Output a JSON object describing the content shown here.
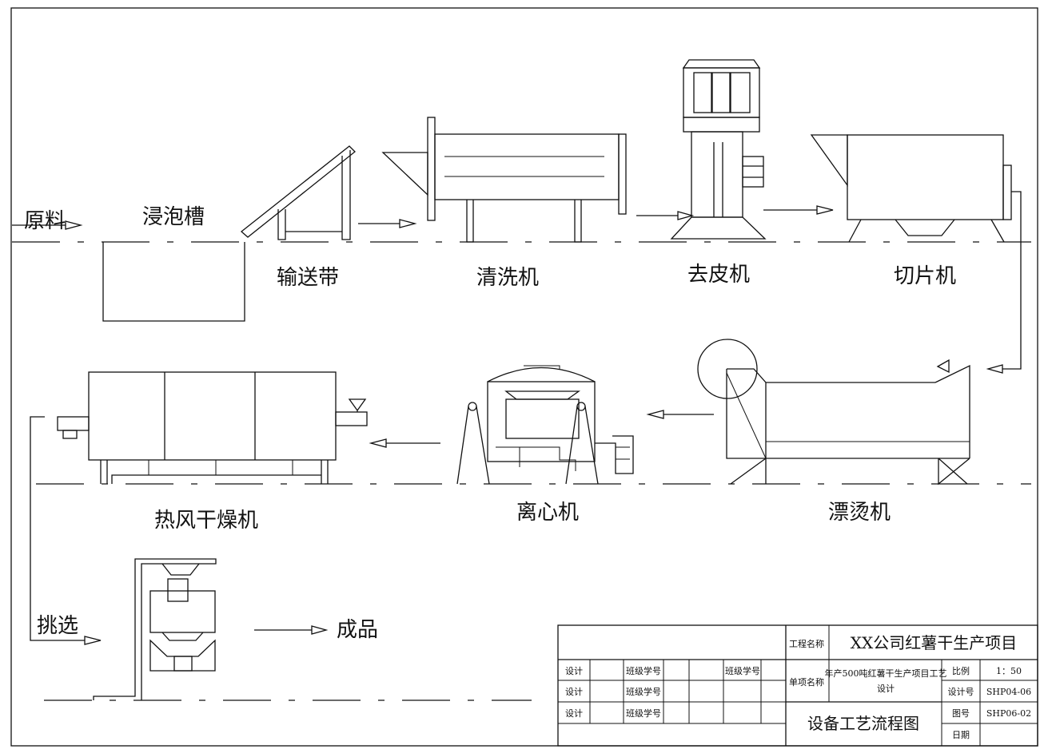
{
  "labels": {
    "raw_material": "原料",
    "soaking_tank": "浸泡槽",
    "conveyor": "输送带",
    "washer": "清洗机",
    "peeler": "去皮机",
    "slicer": "切片机",
    "blancher": "漂烫机",
    "centrifuge": "离心机",
    "hot_air_dryer": "热风干燥机",
    "sorting": "挑选",
    "finished_product": "成品"
  },
  "title_block": {
    "project_name_label": "工程名称",
    "project_name": "XX公司红薯干生产项目",
    "item_name_label": "单项名称",
    "item_name": "年产500吨红薯干生产项目工艺",
    "item_name_line2": "设计",
    "drawing_title": "设备工艺流程图",
    "rows": [
      {
        "role": "设计",
        "field": "班级学号"
      },
      {
        "role": "设计",
        "field": "班级学号"
      },
      {
        "role": "设计",
        "field": "班级学号"
      }
    ],
    "extra_field": "班级学号",
    "scale_label": "比例",
    "scale_value": "1：50",
    "design_no_label": "设计号",
    "design_no": "SHP04-06",
    "drawing_no_label": "图号",
    "drawing_no": "SHP06-02",
    "date_label": "日期",
    "date_value": ""
  }
}
